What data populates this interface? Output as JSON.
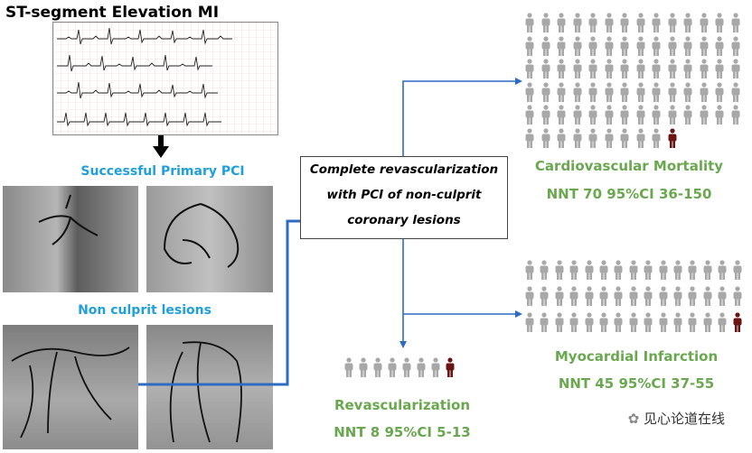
{
  "title": "ST-segment Elevation MI",
  "ecg_label": "ecg-strip",
  "primary_pci_label": "Successful Primary PCI",
  "non_culprit_label": "Non culprit lesions",
  "center_box": {
    "line1": "Complete revascularization",
    "line2": "with PCI of non-culprit",
    "line3": "coronary lesions"
  },
  "outcomes": {
    "cv_mortality": {
      "title": "Cardiovascular Mortality",
      "nnt": "NNT 70 95%CI 36-150"
    },
    "mi": {
      "title": "Myocardial Infarction",
      "nnt": "NNT 45 95%CI 37-55"
    },
    "revasc": {
      "title": "Revascularization",
      "nnt": "NNT 8 95%CI 5-13"
    }
  },
  "watermark": "见心论道在线",
  "colors": {
    "accent_blue": "#1fa0dc",
    "green": "#6aa84f",
    "arrow_blue": "#2d6cc0",
    "person_gray": "#a8a8a8",
    "person_highlight": "#6b1414"
  }
}
